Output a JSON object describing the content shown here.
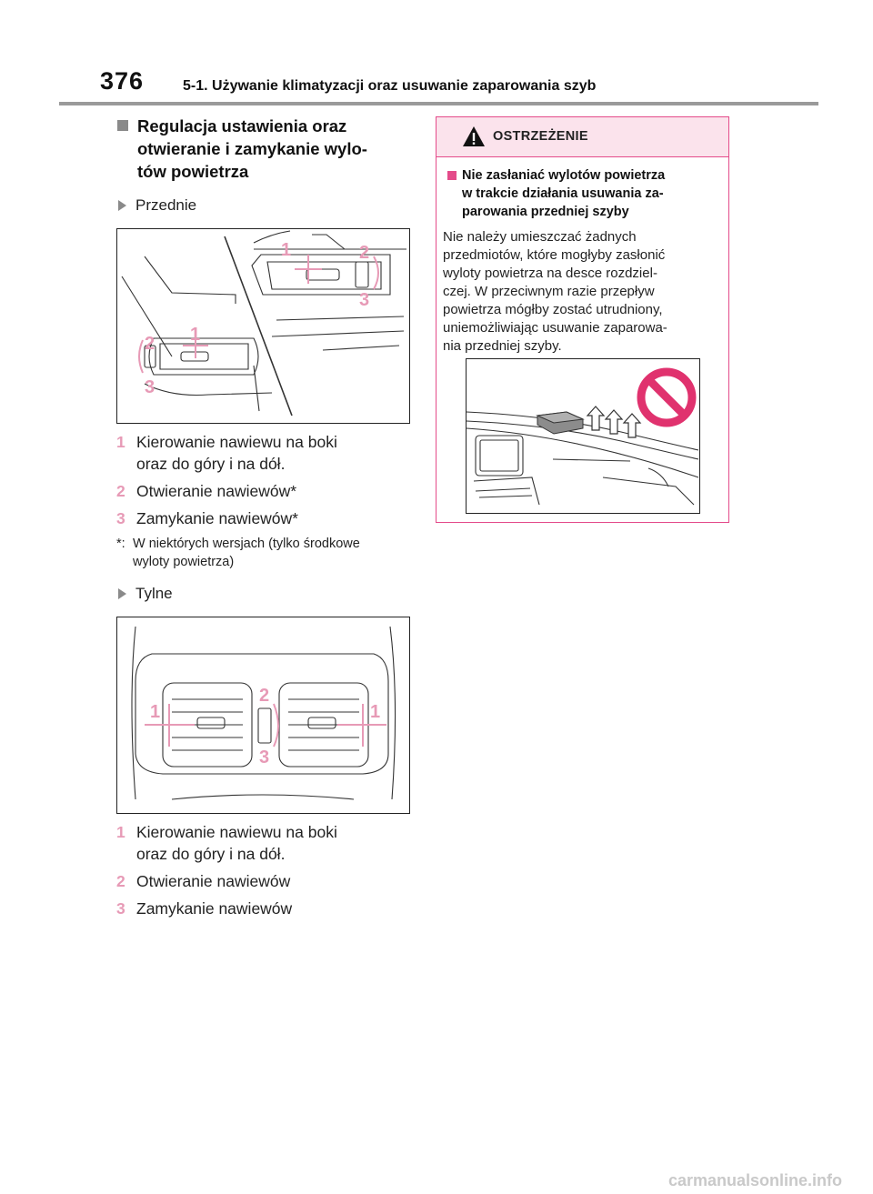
{
  "header": {
    "page_number": "376",
    "chapter_title": "5-1. Używanie klimatyzacji oraz usuwanie zaparowania szyb"
  },
  "section": {
    "heading_line1": "Regulacja ustawienia oraz",
    "heading_line2": "otwieranie i zamykanie wylo-",
    "heading_line3": "tów powietrza"
  },
  "front": {
    "label": "Przednie",
    "figure_labels": [
      "1",
      "2",
      "3"
    ],
    "items": [
      {
        "num": "1",
        "line1": "Kierowanie nawiewu na boki",
        "line2": "oraz do góry i na dół."
      },
      {
        "num": "2",
        "line1": "Otwieranie nawiewów*"
      },
      {
        "num": "3",
        "line1": "Zamykanie nawiewów*"
      }
    ],
    "footnote_mark": "*:",
    "footnote_line1": "W niektórych wersjach (tylko środkowe",
    "footnote_line2": "wyloty powietrza)"
  },
  "rear": {
    "label": "Tylne",
    "figure_labels": [
      "1",
      "2",
      "3"
    ],
    "items": [
      {
        "num": "1",
        "line1": "Kierowanie nawiewu na boki",
        "line2": "oraz do góry i na dół."
      },
      {
        "num": "2",
        "line1": "Otwieranie nawiewów"
      },
      {
        "num": "3",
        "line1": "Zamykanie nawiewów"
      }
    ]
  },
  "warning": {
    "title": "OSTRZEŻENIE",
    "sub_line1": "Nie zasłaniać wylotów powietrza",
    "sub_line2": "w trakcie działania usuwania za-",
    "sub_line3": "parowania przedniej szyby",
    "text_lines": [
      "Nie należy umieszczać żadnych",
      "przedmiotów, które mogłyby zasłonić",
      "wyloty powietrza na desce rozdziel-",
      "czej. W przeciwnym razie przepływ",
      "powietrza mógłby zostać utrudniony,",
      "uniemożliwiając usuwanie zaparowa-",
      "nia przedniej szyby."
    ]
  },
  "footer": {
    "watermark": "carmanualsonline.info"
  },
  "colors": {
    "accent_pink": "#e44b8a",
    "label_pink": "#e79ab6",
    "warn_bg": "#fbe3ec"
  }
}
